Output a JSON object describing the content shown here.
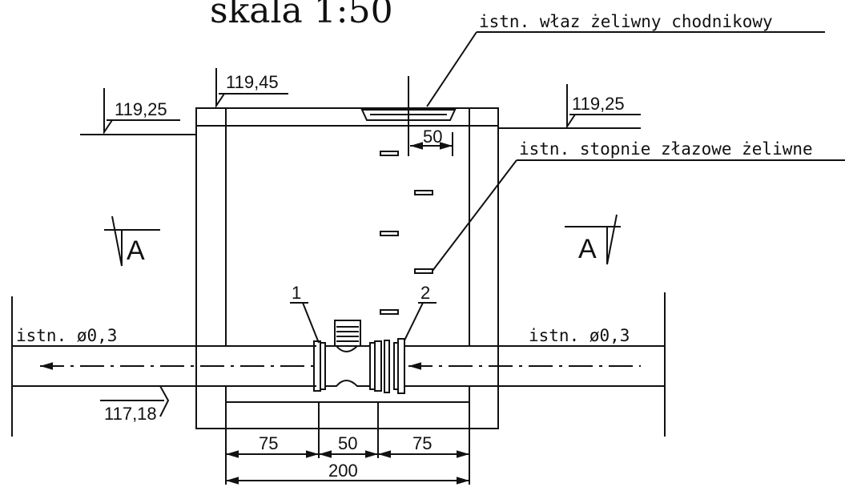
{
  "title": "skala 1:50",
  "annotations": {
    "hatch_label": "istn. właz żeliwny chodnikowy",
    "steps_label": "istn. stopnie złazowe żeliwne"
  },
  "elevations": {
    "left_ground": "119,25",
    "top_of_chamber": "119,45",
    "right_ground": "119,25",
    "pipe_invert": "117,18"
  },
  "pipes": {
    "left": "istn. ø0,3",
    "right": "istn. ø0,3"
  },
  "section_markers": {
    "left": "A",
    "right": "A"
  },
  "items": {
    "item_1": "1",
    "item_2": "2"
  },
  "dimensions": {
    "step_offset": "50",
    "seg_left": "75",
    "seg_mid": "50",
    "seg_right": "75",
    "total": "200"
  },
  "colors": {
    "ink": "#111111",
    "background": "#ffffff"
  }
}
